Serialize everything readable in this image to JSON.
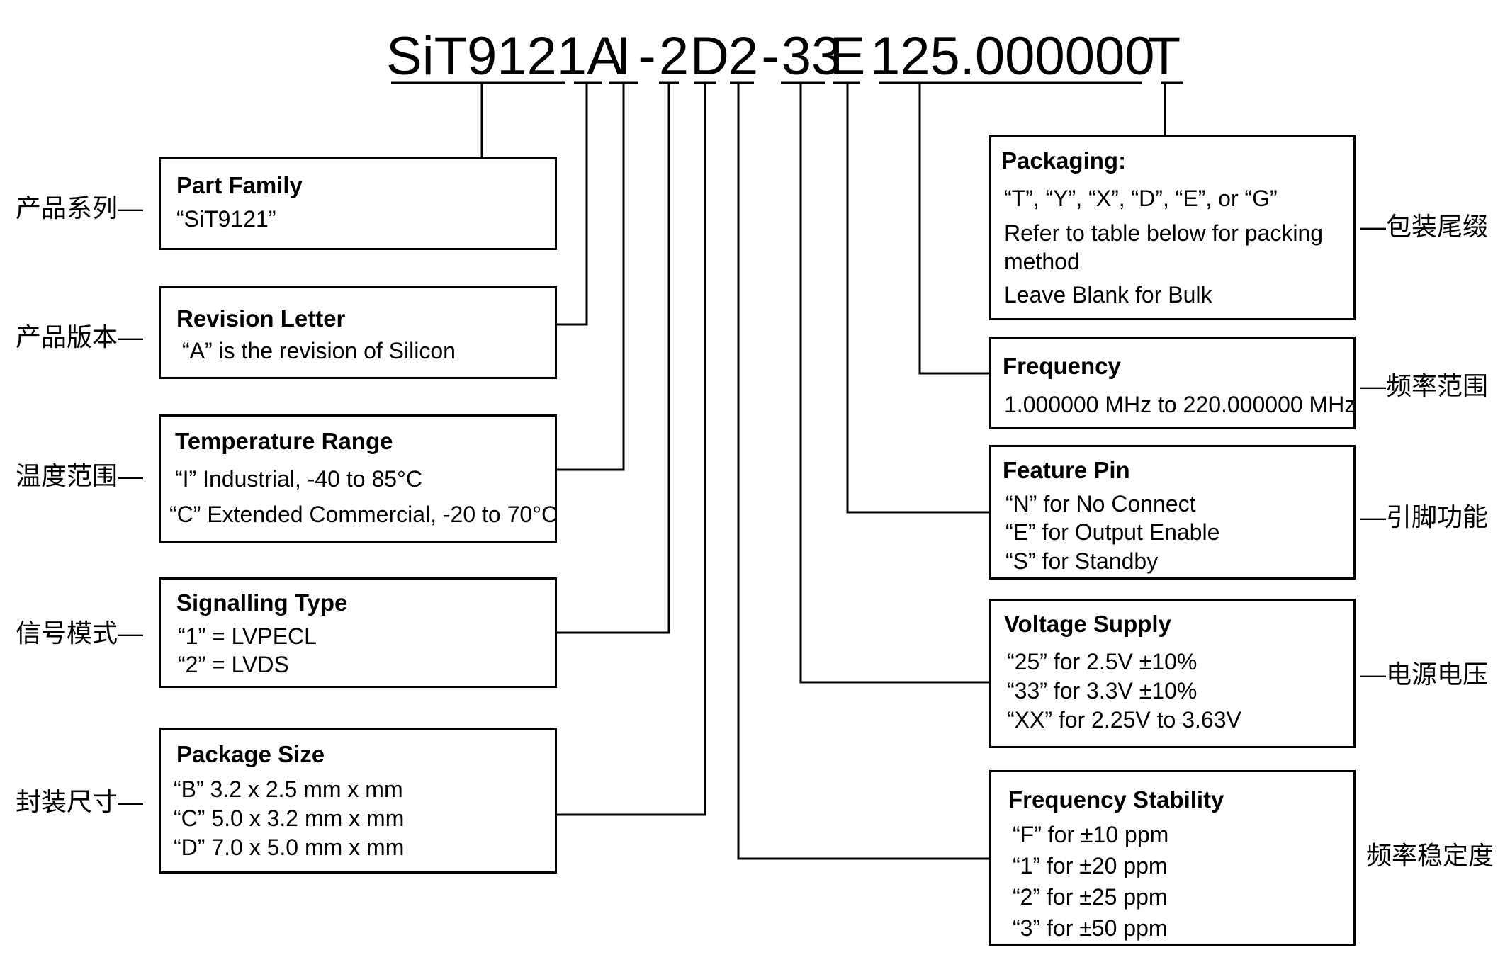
{
  "part_number": {
    "base": "SiT9121A",
    "temp": "I",
    "dash1": "-",
    "signal": "2",
    "package": "D",
    "stability": "2",
    "dash2": "-",
    "voltage": "33",
    "feature": "E",
    "frequency": "125.000000",
    "packaging": "T"
  },
  "left_fields": [
    {
      "title": "Part Family",
      "lines": [
        "“SiT9121”"
      ],
      "cn_label": "产品系列—"
    },
    {
      "title": "Revision Letter",
      "lines": [
        "“A” is the revision of Silicon"
      ],
      "cn_label": "产品版本—"
    },
    {
      "title": "Temperature Range",
      "lines": [
        "“I”   Industrial, -40 to 85°C",
        "“C”   Extended Commercial, -20 to 70°C"
      ],
      "cn_label": "温度范围—"
    },
    {
      "title": "Signalling Type",
      "lines": [
        "“1” = LVPECL",
        "“2” = LVDS"
      ],
      "cn_label": "信号模式—"
    },
    {
      "title": "Package Size",
      "lines": [
        "“B”  3.2 x 2.5  mm x mm",
        "“C”  5.0 x 3.2 mm x mm",
        "“D”  7.0 x 5.0 mm x mm"
      ],
      "cn_label": "封装尺寸—"
    }
  ],
  "right_fields": [
    {
      "title": "Packaging:",
      "lines": [
        "“T”, “Y”, “X”, “D”, “E”, or “G”",
        "Refer to table below for packing",
        "method",
        "Leave Blank  for Bulk"
      ],
      "cn_label": "—包装尾缀"
    },
    {
      "title": "Frequency",
      "lines": [
        "1.000000 MHz to 220.000000 MHz"
      ],
      "cn_label": "—频率范围"
    },
    {
      "title": "Feature Pin",
      "lines": [
        "“N” for No Connect",
        "“E” for Output Enable",
        "“S” for Standby"
      ],
      "cn_label": "—引脚功能"
    },
    {
      "title": "Voltage Supply",
      "lines": [
        "“25” for 2.5V ±10%",
        "“33” for 3.3V ±10%",
        "“XX” for 2.25V to 3.63V"
      ],
      "cn_label": "—电源电压"
    },
    {
      "title": "Frequency Stability",
      "lines": [
        "“F” for ±10 ppm",
        "“1” for ±20 ppm",
        "“2” for ±25 ppm",
        "“3” for ±50 ppm"
      ],
      "cn_label": "频率稳定度"
    }
  ]
}
